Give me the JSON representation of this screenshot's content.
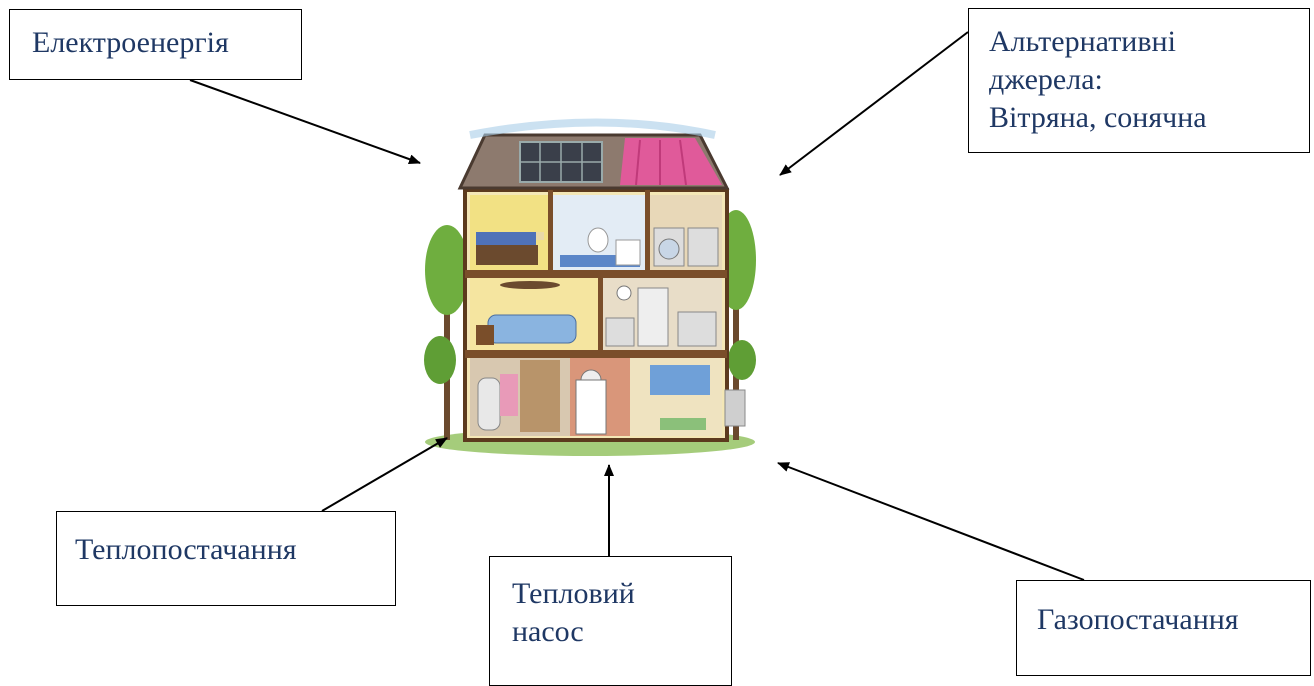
{
  "labels": {
    "electricity": "Електроенергія",
    "alternative": [
      "Альтернативні",
      "джерела:",
      "Вітряна, сонячна"
    ],
    "heat_supply": "Теплопостачання",
    "heat_pump": [
      "Тепловий",
      "насос"
    ],
    "gas_supply": "Газопостачання"
  },
  "colors": {
    "label_text": "#1f3864",
    "arrow": "#000000"
  },
  "icons": {
    "center_image": "house-cutaway-illustration"
  }
}
